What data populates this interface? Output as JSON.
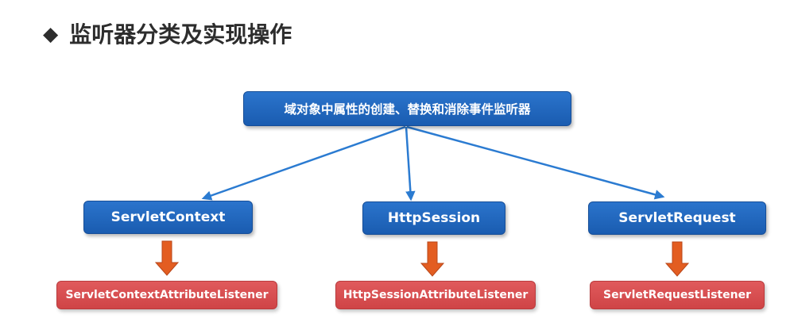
{
  "title": {
    "bullet": "◆",
    "text": "监听器分类及实现操作"
  },
  "diagram": {
    "root": "域对象中属性的创建、替换和消除事件监听器",
    "objects": [
      "ServletContext",
      "HttpSession",
      "ServletRequest"
    ],
    "listeners": [
      "ServletContextAttributeListener",
      "HttpSessionAttributeListener",
      "ServletRequestListener"
    ]
  },
  "colors": {
    "blue_box": "#1f65bf",
    "red_box": "#d94d4f",
    "blue_arrow": "#2b7bd1",
    "orange_arrow": "#e35d21"
  }
}
